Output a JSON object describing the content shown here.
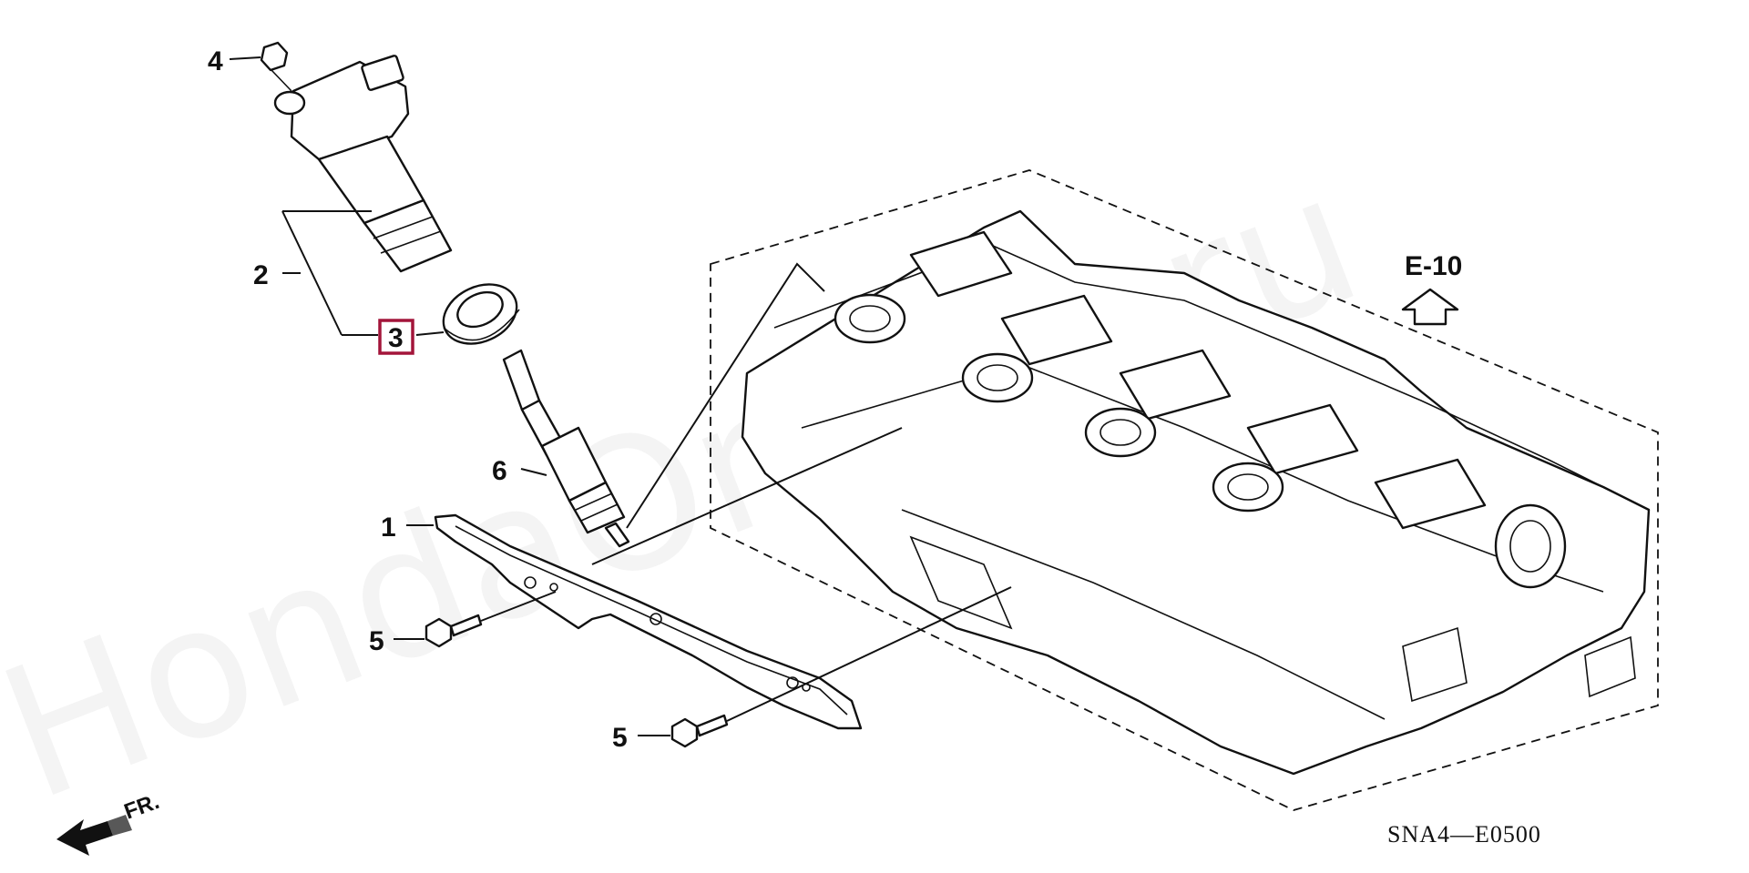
{
  "callouts": {
    "c1": "1",
    "c2": "2",
    "c3": "3",
    "c4": "4",
    "c5a": "5",
    "c5b": "5",
    "c6": "6"
  },
  "highlighted_callout": "3",
  "reference": {
    "arrow_label": "E-10"
  },
  "front_arrow": {
    "label": "FR."
  },
  "diagram_code": "SNA4—E0500",
  "watermark": "HondaOnline.ru",
  "colors": {
    "highlight": "#a3153a",
    "line": "#111111",
    "background": "#ffffff"
  }
}
